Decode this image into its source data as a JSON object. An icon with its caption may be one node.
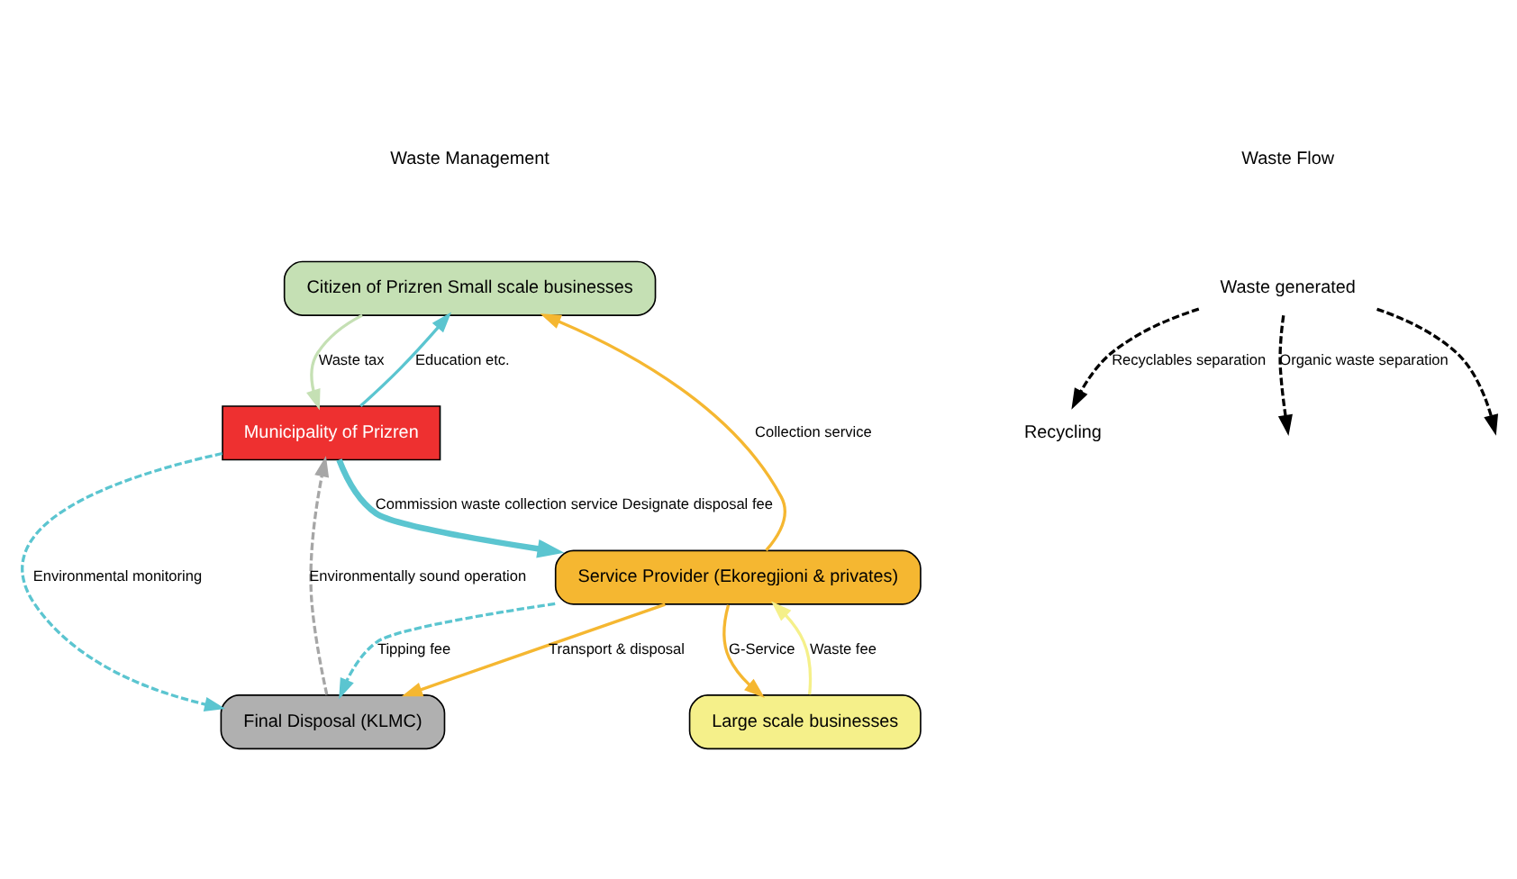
{
  "diagram": {
    "nodes": [
      {
        "text": [
          "Citizen of Prizren Small scale businesses"
        ]
      },
      {
        "text": [
          "Large scale businesses"
        ]
      },
      {
        "text": [
          "Municipality of Prizren"
        ]
      },
      {
        "text": [
          "Service Provider (Ekoregjioni & privates)"
        ]
      },
      {
        "text": [
          "Final Disposal (KLMC)"
        ]
      },
      {
        "text": [
          "Waste generated"
        ]
      },
      {
        "text": [
          "Recycling"
        ]
      }
    ],
    "edges": [
      {
        "from": 2,
        "to": 0,
        "arrow": "to",
        "label": "Education etc.",
        "color": "#5bc5d0"
      },
      {
        "from": 0,
        "to": 2,
        "arrow": "to",
        "label": "Waste tax",
        "color": "#c5e0b4"
      },
      {
        "from": 2,
        "to": 3,
        "arrow": "to",
        "label": "Commission waste collection service Designate disposal fee",
        "color": "#5bc5d0",
        "style": "thick"
      },
      {
        "from": 3,
        "to": 0,
        "arrow": "to",
        "label": "Collection service",
        "color": "#f5b731"
      },
      {
        "from": 3,
        "to": 1,
        "arrow": "to",
        "label": "G-Service",
        "color": "#f5b731"
      },
      {
        "from": 1,
        "to": 3,
        "arrow": "to",
        "label": "Waste fee",
        "color": "#f5f08a"
      },
      {
        "from": 3,
        "to": 4,
        "arrow": "to",
        "label": "Tipping fee",
        "color": "#5bc5d0",
        "style": "dashed"
      },
      {
        "from": 3,
        "to": 4,
        "arrow": "to",
        "label": "Transport & disposal",
        "color": "#f5b731"
      },
      {
        "from": 2,
        "to": 4,
        "arrow": "to",
        "label": "Environmental monitoring",
        "color": "#5bc5d0",
        "style": "dashed"
      },
      {
        "from": 4,
        "to": 2,
        "arrow": "to",
        "label": "Environmentally sound operation",
        "color": "#a6a6a6",
        "style": "dashed"
      },
      {
        "from": 5,
        "to": null,
        "arrow": "to",
        "label": "Organic waste separation",
        "style": "dashed",
        "color": "#000000"
      },
      {
        "from": 5,
        "to": 6,
        "arrow": "to",
        "label": "Recyclables separation",
        "style": "dashed",
        "color": "#000000"
      },
      {
        "from": 5,
        "to": null,
        "arrow": "to",
        "style": "dashed",
        "color": "#000000"
      }
    ],
    "labels": [
      "Waste Management",
      "Waste Flow"
    ]
  }
}
